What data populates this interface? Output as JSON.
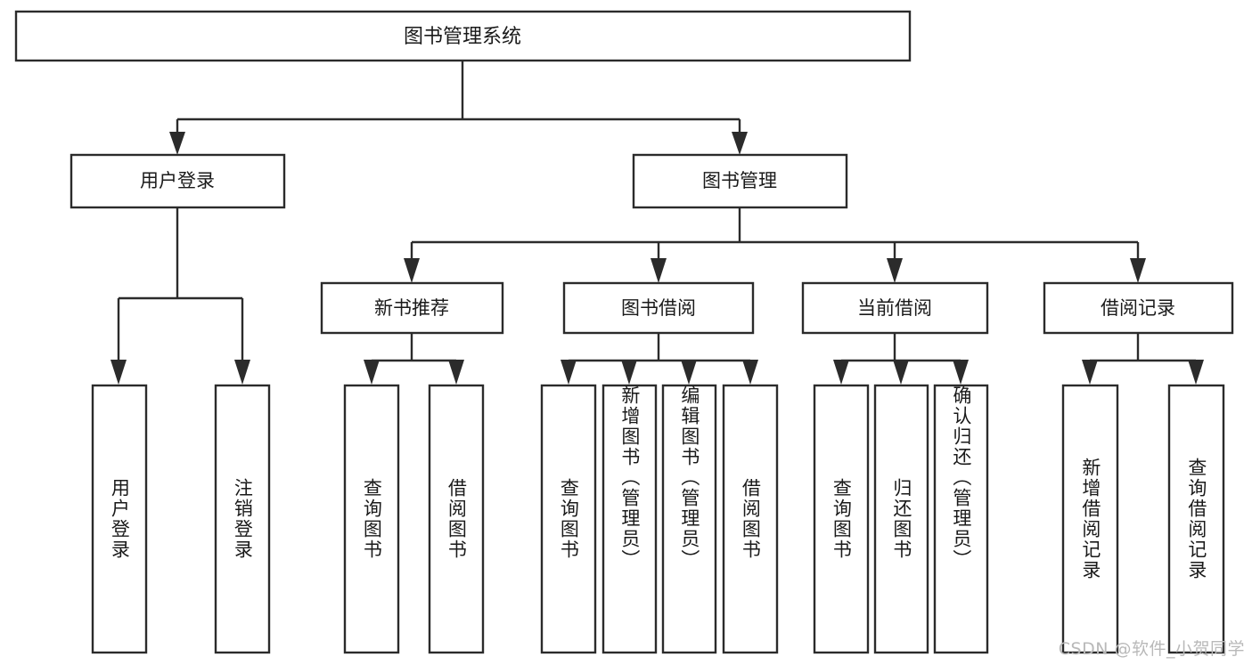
{
  "diagram": {
    "type": "tree-hierarchy",
    "title": "图书管理系统",
    "watermark": "CSDN @软件_小贺同学",
    "colors": {
      "background": "#ffffff",
      "stroke": "#2b2b2b",
      "text": "#1a1a1a",
      "watermark": "#b9b9b9"
    },
    "levels": {
      "level1": [
        "图书管理系统"
      ],
      "level2": [
        "用户登录",
        "图书管理"
      ],
      "level3": [
        "新书推荐",
        "图书借阅",
        "当前借阅",
        "借阅记录"
      ],
      "level4": [
        "用户登录",
        "注销登录",
        "查询图书",
        "借阅图书",
        "查询图书",
        "新增图书（管理员）",
        "编辑图书（管理员）",
        "借阅图书",
        "查询图书",
        "归还图书",
        "确认归还（管理员）",
        "新增借阅记录",
        "查询借阅记录"
      ]
    },
    "nodes": {
      "root": {
        "label": "图书管理系统"
      },
      "user_login": {
        "label": "用户登录"
      },
      "book_mgmt": {
        "label": "图书管理"
      },
      "new_book_rec": {
        "label": "新书推荐"
      },
      "book_borrow": {
        "label": "图书借阅"
      },
      "current_borrow": {
        "label": "当前借阅"
      },
      "borrow_record": {
        "label": "借阅记录"
      },
      "leaf_user_login": {
        "label": "用户登录"
      },
      "leaf_logout": {
        "label": "注销登录"
      },
      "leaf_query_book_a": {
        "label": "查询图书"
      },
      "leaf_borrow_book_a": {
        "label": "借阅图书"
      },
      "leaf_query_book_b": {
        "label": "查询图书"
      },
      "leaf_add_book": {
        "label": "新增图书（管理员）"
      },
      "leaf_edit_book": {
        "label": "编辑图书（管理员）"
      },
      "leaf_borrow_book_b": {
        "label": "借阅图书"
      },
      "leaf_query_book_c": {
        "label": "查询图书"
      },
      "leaf_return_book": {
        "label": "归还图书"
      },
      "leaf_confirm_return": {
        "label": "确认归还（管理员）"
      },
      "leaf_add_record": {
        "label": "新增借阅记录"
      },
      "leaf_query_record": {
        "label": "查询借阅记录"
      }
    },
    "edges": [
      {
        "from": "图书管理系统",
        "to": "用户登录"
      },
      {
        "from": "图书管理系统",
        "to": "图书管理"
      },
      {
        "from": "用户登录",
        "to": "用户登录"
      },
      {
        "from": "用户登录",
        "to": "注销登录"
      },
      {
        "from": "图书管理",
        "to": "新书推荐"
      },
      {
        "from": "图书管理",
        "to": "图书借阅"
      },
      {
        "from": "图书管理",
        "to": "当前借阅"
      },
      {
        "from": "图书管理",
        "to": "借阅记录"
      },
      {
        "from": "新书推荐",
        "to": "查询图书"
      },
      {
        "from": "新书推荐",
        "to": "借阅图书"
      },
      {
        "from": "图书借阅",
        "to": "查询图书"
      },
      {
        "from": "图书借阅",
        "to": "新增图书（管理员）"
      },
      {
        "from": "图书借阅",
        "to": "编辑图书（管理员）"
      },
      {
        "from": "图书借阅",
        "to": "借阅图书"
      },
      {
        "from": "当前借阅",
        "to": "查询图书"
      },
      {
        "from": "当前借阅",
        "to": "归还图书"
      },
      {
        "from": "当前借阅",
        "to": "确认归还（管理员）"
      },
      {
        "from": "借阅记录",
        "to": "新增借阅记录"
      },
      {
        "from": "借阅记录",
        "to": "查询借阅记录"
      }
    ]
  }
}
